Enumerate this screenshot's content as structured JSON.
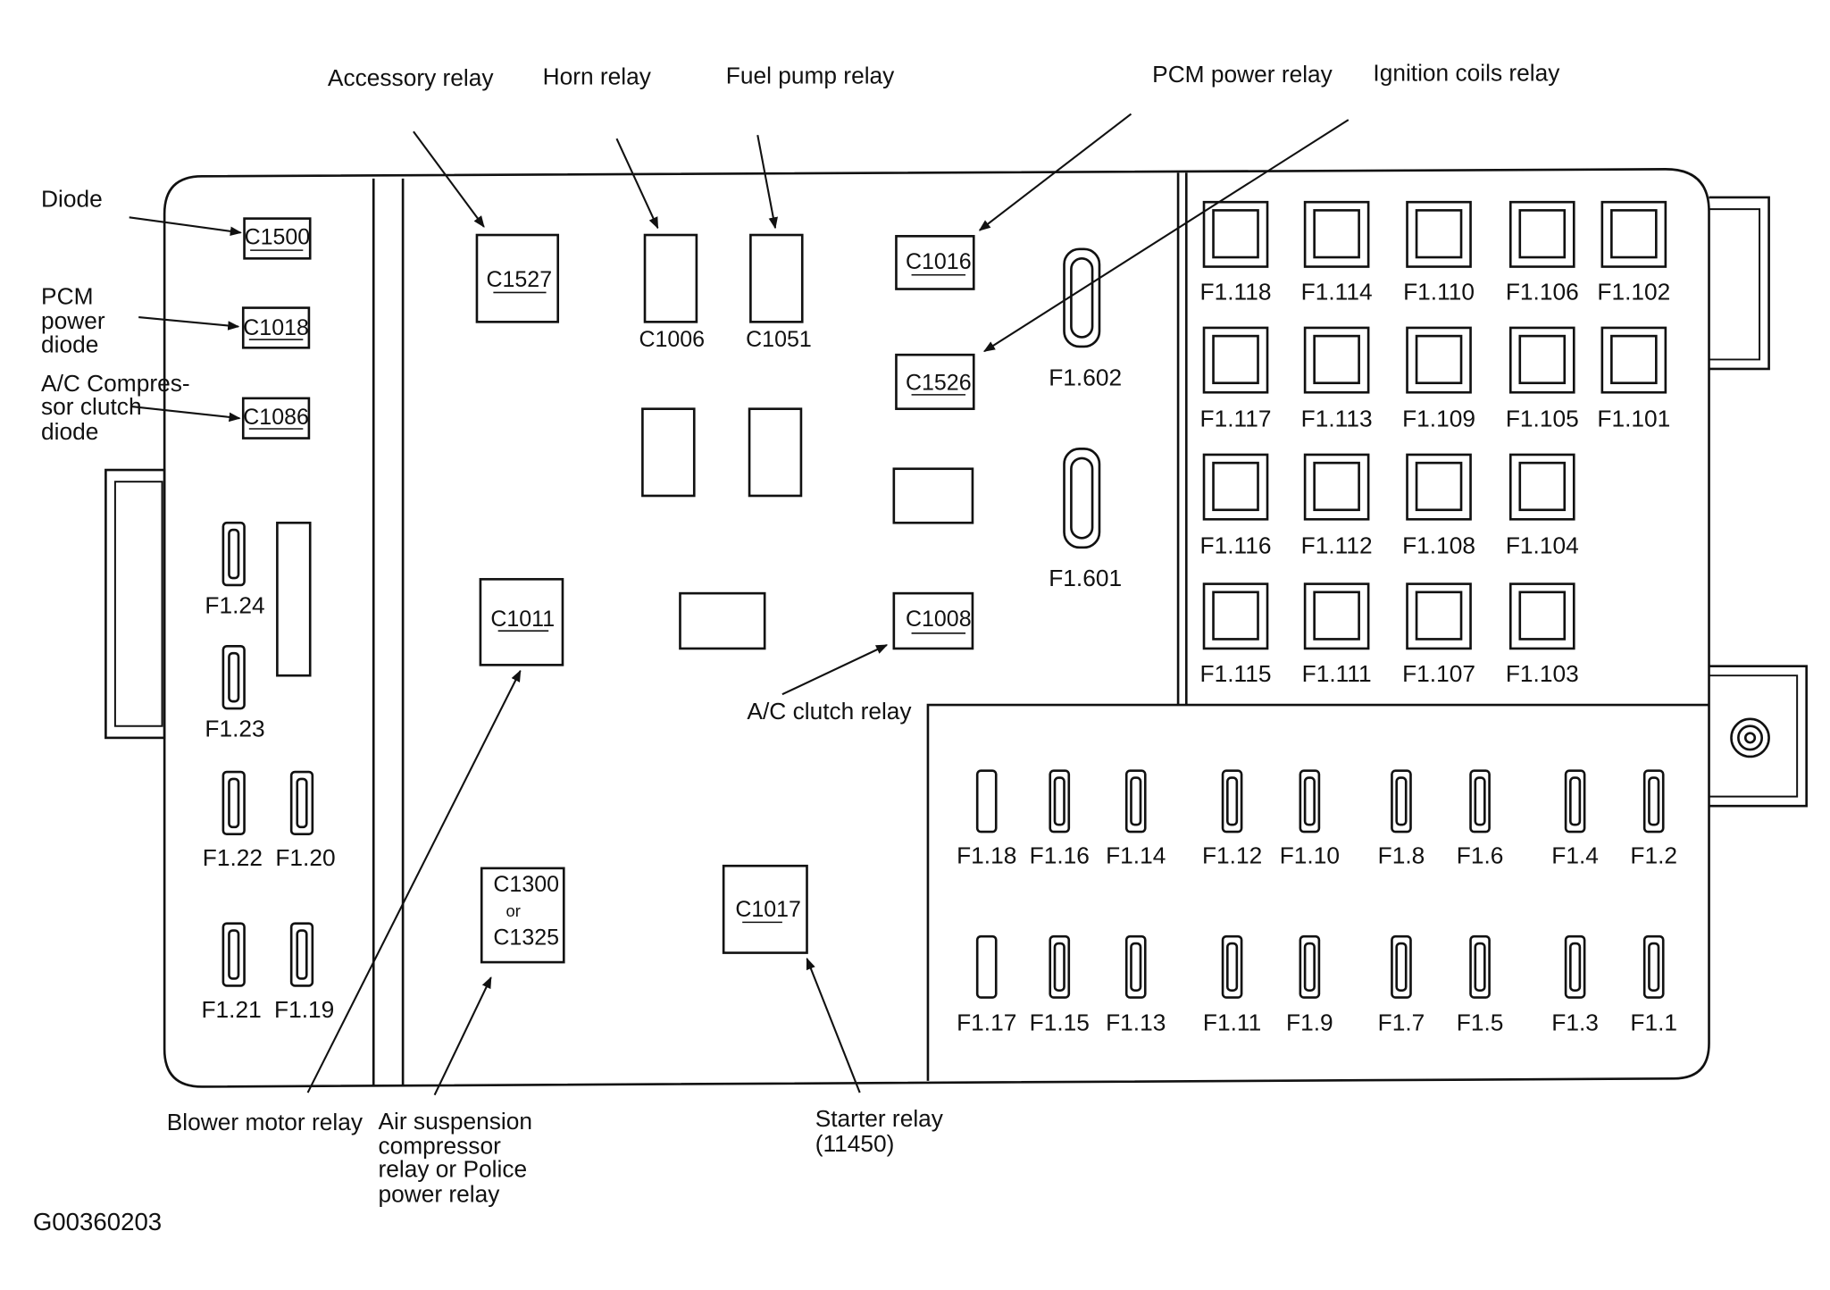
{
  "figure_id": "G00360203",
  "callouts": {
    "diode": "Diode",
    "pcm_diode": [
      "PCM",
      "power",
      "diode"
    ],
    "ac_diode": [
      "A/C Compres-",
      "sor clutch",
      "diode"
    ],
    "accessory_relay": "Accessory relay",
    "horn_relay": "Horn relay",
    "fuel_pump_relay": "Fuel pump relay",
    "pcm_power_relay": "PCM power relay",
    "ignition_coils_relay": "Ignition coils relay",
    "ac_clutch_relay": "A/C clutch relay",
    "blower_motor_relay": "Blower motor relay",
    "air_susp_relay": [
      "Air suspension",
      "compressor",
      "relay or Police",
      "power relay"
    ],
    "starter_relay": [
      "Starter relay",
      "(11450)"
    ]
  },
  "codes": {
    "c1500": "C1500",
    "c1018": "C1018",
    "c1086": "C1086",
    "c1527": "C1527",
    "c1006": "C1006",
    "c1051": "C1051",
    "c1016": "C1016",
    "c1526": "C1526",
    "c1011": "C1011",
    "c1008": "C1008",
    "c1300": "C1300",
    "or": "or",
    "c1325": "C1325",
    "c1017": "C1017"
  },
  "fuses": {
    "f1_24": "F1.24",
    "f1_23": "F1.23",
    "f1_22": "F1.22",
    "f1_20": "F1.20",
    "f1_21": "F1.21",
    "f1_19": "F1.19",
    "f1_602": "F1.602",
    "f1_601": "F1.601",
    "maxi": [
      [
        "F1.118",
        "F1.114",
        "F1.110",
        "F1.106",
        "F1.102"
      ],
      [
        "F1.117",
        "F1.113",
        "F1.109",
        "F1.105",
        "F1.101"
      ],
      [
        "F1.116",
        "F1.112",
        "F1.108",
        "F1.104"
      ],
      [
        "F1.115",
        "F1.111",
        "F1.107",
        "F1.103"
      ]
    ],
    "mini_top": [
      "F1.18",
      "F1.16",
      "F1.14",
      "F1.12",
      "F1.10",
      "F1.8",
      "F1.6",
      "F1.4",
      "F1.2"
    ],
    "mini_bottom": [
      "F1.17",
      "F1.15",
      "F1.13",
      "F1.11",
      "F1.9",
      "F1.7",
      "F1.5",
      "F1.3",
      "F1.1"
    ]
  }
}
